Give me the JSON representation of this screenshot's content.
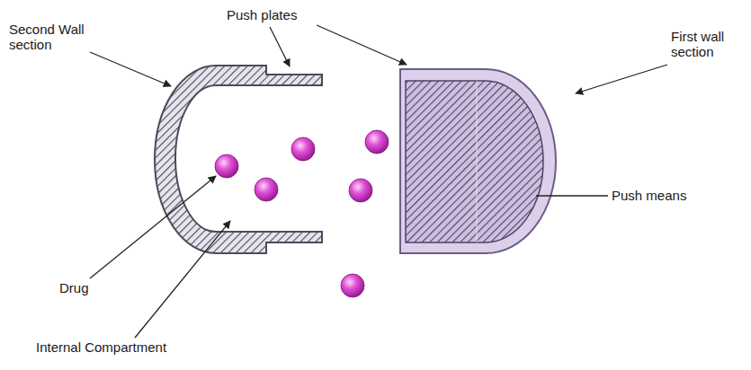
{
  "diagram": {
    "labels": [
      "Push plates",
      "Second Wall section",
      "First wall section",
      "Push means",
      "Drug",
      "Internal Compartment"
    ]
  }
}
